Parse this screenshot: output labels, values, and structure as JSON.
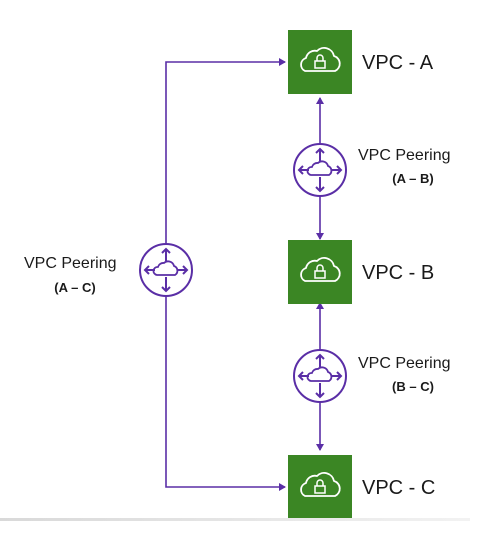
{
  "vpcs": [
    {
      "label": "VPC - A",
      "icon": "cloud-lock-icon",
      "color": "#3b8624"
    },
    {
      "label": "VPC - B",
      "icon": "cloud-lock-icon",
      "color": "#3b8624"
    },
    {
      "label": "VPC - C",
      "icon": "cloud-lock-icon",
      "color": "#3b8624"
    }
  ],
  "peerings": [
    {
      "label": "VPC Peering",
      "pair": "(A – B)",
      "icon": "peering-router-icon"
    },
    {
      "label": "VPC Peering",
      "pair": "(B – C)",
      "icon": "peering-router-icon"
    },
    {
      "label": "VPC Peering",
      "pair": "(A – C)",
      "icon": "peering-router-icon"
    }
  ],
  "colors": {
    "connector": "#5a2ea6",
    "vpc_fill": "#3b8624"
  }
}
